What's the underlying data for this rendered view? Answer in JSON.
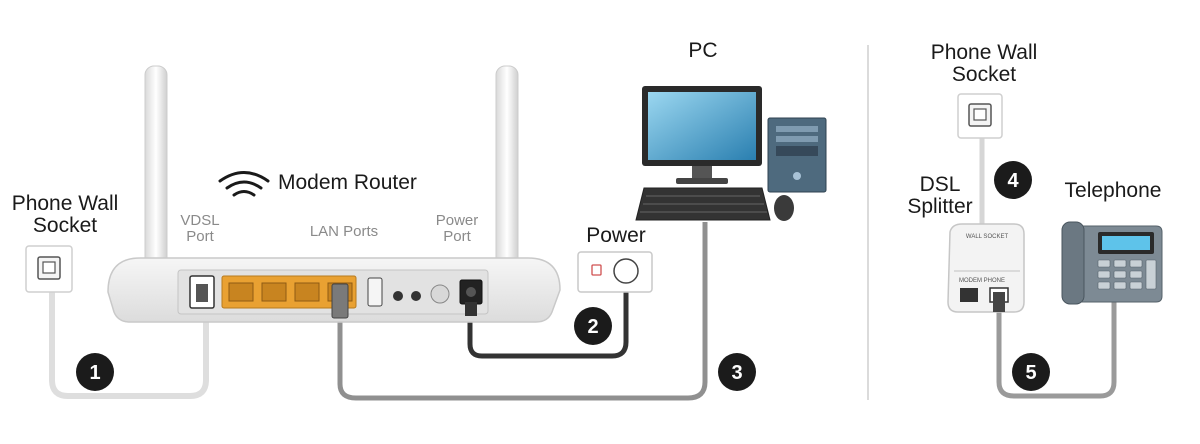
{
  "labels": {
    "phone_wall_socket_left": [
      "Phone Wall",
      "Socket"
    ],
    "modem_router": "Modem Router",
    "pc": "PC",
    "power": "Power",
    "phone_wall_socket_right": [
      "Phone Wall",
      "Socket"
    ],
    "dsl_splitter": [
      "DSL",
      "Splitter"
    ],
    "telephone": "Telephone"
  },
  "port_labels": {
    "vdsl": [
      "VDSL",
      "Port"
    ],
    "lan": "LAN Ports",
    "power": [
      "Power",
      "Port"
    ]
  },
  "splitter_text": {
    "top": "WALL SOCKET",
    "bottom": "MODEM PHONE"
  },
  "steps": [
    "1",
    "2",
    "3",
    "4",
    "5"
  ],
  "colors": {
    "cable_light": "#d8d8d8",
    "cable_gray": "#8e8e8e",
    "cable_dark": "#333333",
    "lan_port": "#e9a132",
    "step_circle": "#1b1b1b"
  },
  "icons": [
    "wifi-icon"
  ]
}
